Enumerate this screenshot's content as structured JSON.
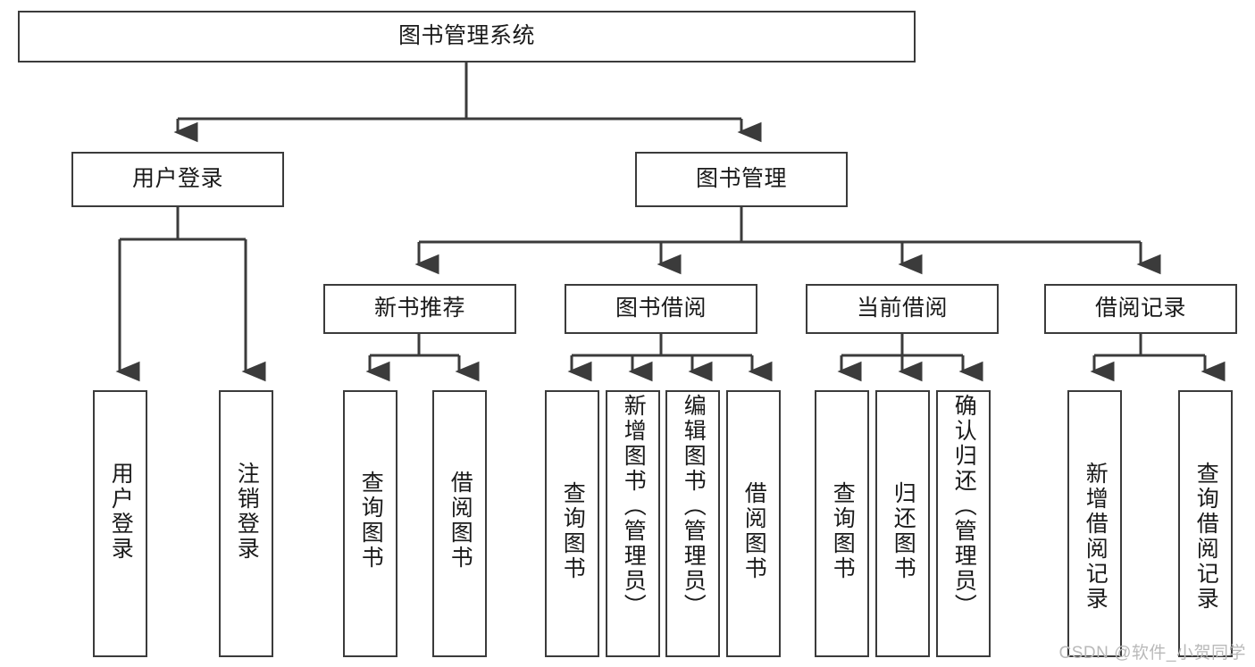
{
  "diagram": {
    "type": "tree",
    "title_node": "图书管理系统",
    "nodes": {
      "root": {
        "label": "图书管理系统"
      },
      "user_login": {
        "label": "用户登录"
      },
      "book_manage": {
        "label": "图书管理"
      },
      "new_book_rec": {
        "label": "新书推荐"
      },
      "book_borrow": {
        "label": "图书借阅"
      },
      "current_borrow": {
        "label": "当前借阅"
      },
      "borrow_record": {
        "label": "借阅记录"
      },
      "leaf_user_login": {
        "label": "用户登录"
      },
      "leaf_logout": {
        "label": "注销登录"
      },
      "leaf_query_book_1": {
        "label": "查询图书"
      },
      "leaf_borrow_book_1": {
        "label": "借阅图书"
      },
      "leaf_query_book_2": {
        "label": "查询图书"
      },
      "leaf_add_book": {
        "label": "新增图书（管理员）"
      },
      "leaf_edit_book": {
        "label": "编辑图书（管理员）"
      },
      "leaf_borrow_book_2": {
        "label": "借阅图书"
      },
      "leaf_query_book_3": {
        "label": "查询图书"
      },
      "leaf_return_book": {
        "label": "归还图书"
      },
      "leaf_confirm_return": {
        "label": "确认归还（管理员）"
      },
      "leaf_add_record": {
        "label": "新增借阅记录"
      },
      "leaf_query_record": {
        "label": "查询借阅记录"
      }
    },
    "edges": [
      {
        "from": "root",
        "to": "user_login"
      },
      {
        "from": "root",
        "to": "book_manage"
      },
      {
        "from": "user_login",
        "to": "leaf_user_login"
      },
      {
        "from": "user_login",
        "to": "leaf_logout"
      },
      {
        "from": "book_manage",
        "to": "new_book_rec"
      },
      {
        "from": "book_manage",
        "to": "book_borrow"
      },
      {
        "from": "book_manage",
        "to": "current_borrow"
      },
      {
        "from": "book_manage",
        "to": "borrow_record"
      },
      {
        "from": "new_book_rec",
        "to": "leaf_query_book_1"
      },
      {
        "from": "new_book_rec",
        "to": "leaf_borrow_book_1"
      },
      {
        "from": "book_borrow",
        "to": "leaf_query_book_2"
      },
      {
        "from": "book_borrow",
        "to": "leaf_add_book"
      },
      {
        "from": "book_borrow",
        "to": "leaf_edit_book"
      },
      {
        "from": "book_borrow",
        "to": "leaf_borrow_book_2"
      },
      {
        "from": "current_borrow",
        "to": "leaf_query_book_3"
      },
      {
        "from": "current_borrow",
        "to": "leaf_return_book"
      },
      {
        "from": "current_borrow",
        "to": "leaf_confirm_return"
      },
      {
        "from": "borrow_record",
        "to": "leaf_add_record"
      },
      {
        "from": "borrow_record",
        "to": "leaf_query_record"
      }
    ],
    "colors": {
      "border": "#3b3b3b",
      "background": "#ffffff",
      "text": "#1a1a1a",
      "watermark": "#b9b9b9"
    }
  },
  "watermark": {
    "text": "CSDN @软件_小贺同学"
  }
}
